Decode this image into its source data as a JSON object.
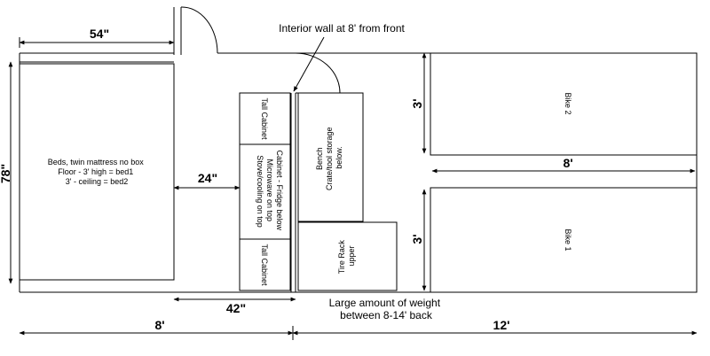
{
  "labels": {
    "interior_wall": "Interior wall at 8' from front",
    "beds": [
      "Beds, twin mattress no box",
      "Floor - 3' high = bed1",
      "3' - ceiling = bed2"
    ],
    "bike2": "Bike 2",
    "bike1": "Bike 1",
    "tall_cabinet_top": "Tall Cabinet",
    "tall_cabinet_bottom": "Tall Cabinet",
    "fridge_cabinet": [
      "Cabinet - Fridge below",
      "Microwave on top",
      "Stove/cooling on top"
    ],
    "bench": [
      "Bench",
      "Crate/tool storage",
      "below."
    ],
    "tire_rack": [
      "Tire Rack",
      "upper"
    ],
    "weight_note": [
      "Large amount of weight",
      "between 8-14' back"
    ]
  },
  "dimensions": {
    "door_offset": "54\"",
    "depth": "78\"",
    "aisle": "24\"",
    "galley": "42\"",
    "front_section": "8'",
    "rear_section": "12'",
    "bay_upper": "3'",
    "bay_lower": "3'",
    "bay_width": "8'"
  }
}
